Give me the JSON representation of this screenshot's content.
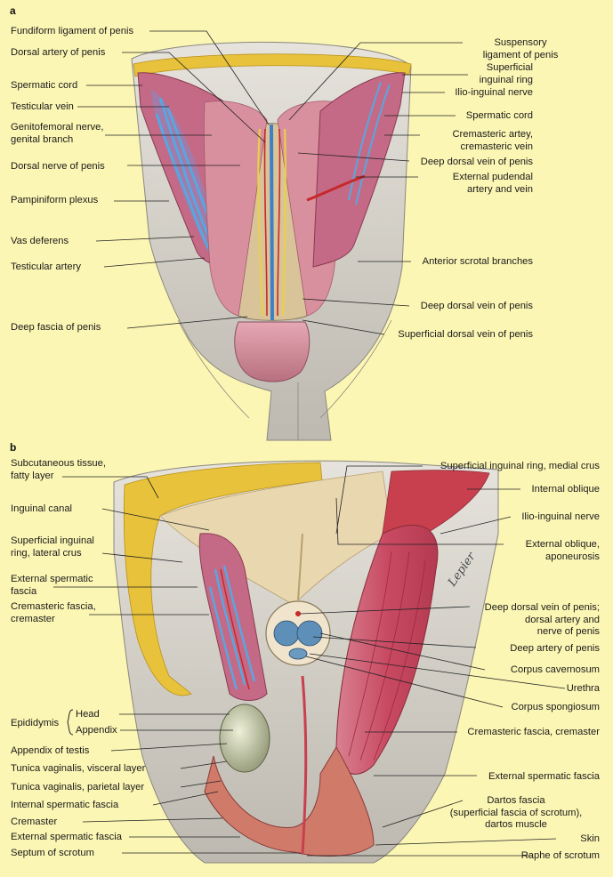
{
  "panel_a": {
    "letter": "a",
    "left_labels": [
      "Fundiform ligament of penis",
      "Dorsal artery of penis",
      "Spermatic cord",
      "Testicular vein",
      "Genitofemoral nerve,\ngenital branch",
      "Dorsal nerve of penis",
      "Pampiniform plexus",
      "Vas deferens",
      "Testicular artery",
      "Deep fascia of penis"
    ],
    "right_labels": [
      "Suspensory\nligament of penis",
      "Superficial\ninguinal ring",
      "Ilio-inguinal nerve",
      "Spermatic cord",
      "Cremasteric artey,\ncremasteric vein",
      "Deep dorsal vein of penis",
      "External pudendal\nartery and vein",
      "Anterior scrotal branches",
      "Deep dorsal vein of penis",
      "Superficial dorsal vein of penis"
    ]
  },
  "panel_b": {
    "letter": "b",
    "left_labels": [
      "Subcutaneous tissue,\nfatty layer",
      "Inguinal canal",
      "Superficial inguinal\nring, lateral crus",
      "External spermatic\nfascia",
      "Cremasteric fascia,\ncremaster",
      "Appendix of testis",
      "Tunica vaginalis, visceral layer",
      "Tunica vaginalis, parietal layer",
      "Internal spermatic fascia",
      "Cremaster",
      "External spermatic fascia",
      "Septum of scrotum"
    ],
    "epididymis": {
      "group": "Epididymis",
      "head": "Head",
      "appendix": "Appendix"
    },
    "right_labels": [
      "Superficial inguinal ring, medial crus",
      "Internal oblique",
      "Ilio-inguinal nerve",
      "External oblique,\naponeurosis",
      "Deep dorsal vein of penis;\ndorsal artery and\nnerve of penis",
      "Deep artery of penis",
      "Corpus cavernosum",
      "Urethra",
      "Corpus spongiosum",
      "Cremasteric fascia, cremaster",
      "External spermatic fascia",
      "Dartos fascia\n(superficial fascia of scrotum),\ndartos muscle",
      "Skin",
      "Raphe of scrotum"
    ],
    "signature": "Lepier"
  },
  "colors": {
    "background": "#fcf6b4",
    "skin": "#d9d6cf",
    "fat": "#e8c23a",
    "muscle": "#c8506a",
    "vein": "#5aa6e0",
    "artery": "#c8282a",
    "nerve": "#e8d04a",
    "glans": "#d8909e",
    "leader": "#222222"
  }
}
